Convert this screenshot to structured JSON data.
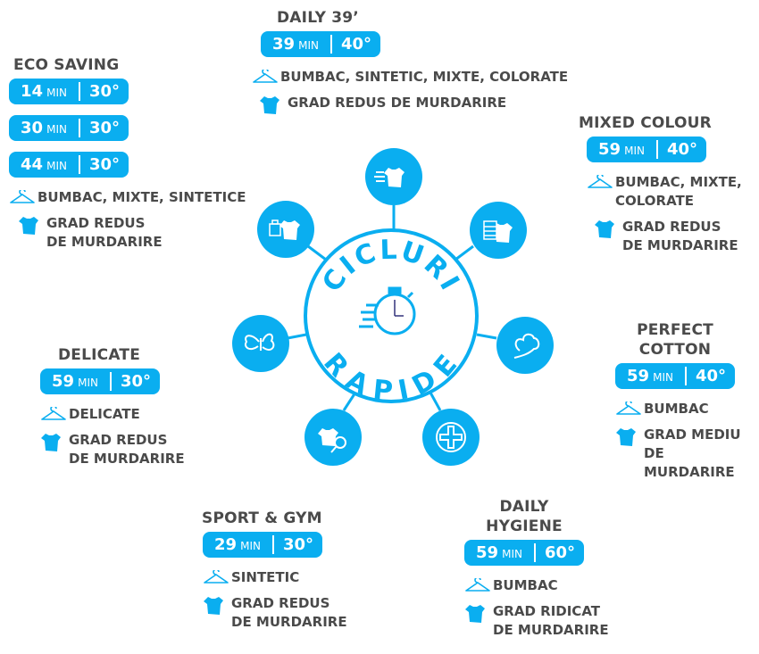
{
  "center": {
    "line1": "CICLURI",
    "line2": "RAPIDE"
  },
  "colors": {
    "accent": "#0aaef0",
    "text": "#4a4a4a"
  },
  "min_unit": "MIN",
  "programs": [
    {
      "id": "daily39",
      "title": "DAILY 39’",
      "pills": [
        {
          "min": "39",
          "temp": "40°"
        }
      ],
      "fabrics": "BUMBAC, SINTETIC, MIXTE, COLORATE",
      "soil": "GRAD REDUS DE MURDARIRE"
    },
    {
      "id": "eco",
      "title": "ECO SAVING",
      "pills": [
        {
          "min": "14",
          "temp": "30°"
        },
        {
          "min": "30",
          "temp": "30°"
        },
        {
          "min": "44",
          "temp": "30°"
        }
      ],
      "fabrics": "BUMBAC, MIXTE, SINTETICE",
      "soil": "GRAD REDUS\nDE MURDARIRE"
    },
    {
      "id": "mixed",
      "title": "MIXED COLOUR",
      "pills": [
        {
          "min": "59",
          "temp": "40°"
        }
      ],
      "fabrics": "BUMBAC, MIXTE,\nCOLORATE",
      "soil": "GRAD REDUS\nDE MURDARIRE"
    },
    {
      "id": "delicate",
      "title": "DELICATE",
      "pills": [
        {
          "min": "59",
          "temp": "30°"
        }
      ],
      "fabrics": "DELICATE",
      "soil": "GRAD REDUS\nDE MURDARIRE"
    },
    {
      "id": "cotton",
      "title": "PERFECT\nCOTTON",
      "pills": [
        {
          "min": "59",
          "temp": "40°"
        }
      ],
      "fabrics": "BUMBAC",
      "soil": "GRAD MEDIU\nDE MURDARIRE"
    },
    {
      "id": "sport",
      "title": "SPORT & GYM",
      "pills": [
        {
          "min": "29",
          "temp": "30°"
        }
      ],
      "fabrics": "SINTETIC",
      "soil": "GRAD REDUS\nDE MURDARIRE"
    },
    {
      "id": "hygiene",
      "title": "DAILY\nHYGIENE",
      "pills": [
        {
          "min": "59",
          "temp": "60°"
        }
      ],
      "fabrics": "BUMBAC",
      "soil": "GRAD RIDICAT\nDE MURDARIRE"
    }
  ],
  "nodes": [
    "daily-39-icon",
    "eco-saving-icon",
    "mixed-colour-icon",
    "delicate-icon",
    "perfect-cotton-icon",
    "sport-gym-icon",
    "daily-hygiene-icon"
  ]
}
